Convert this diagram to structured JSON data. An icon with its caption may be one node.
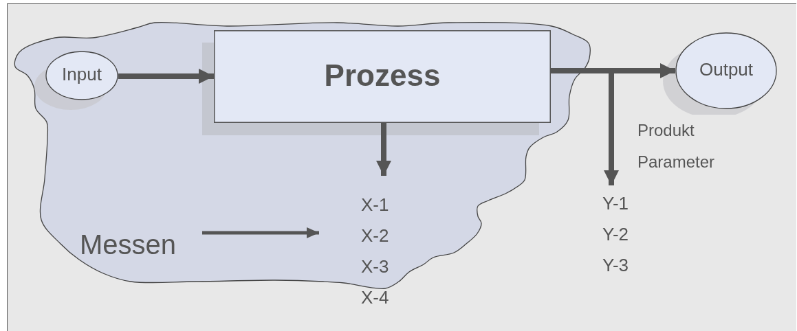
{
  "diagram": {
    "nodes": [
      {
        "text": [],
        "shape": "cloud"
      },
      {
        "text": [
          "Input"
        ],
        "in": 0
      },
      {
        "text": [
          "Prozess"
        ],
        "in": 0
      },
      {
        "text": [
          "Output"
        ]
      },
      {
        "text": [
          "X-1",
          "X-2",
          "X-3",
          "X-4"
        ]
      },
      {
        "text": [
          "Messen"
        ],
        "in": 0
      },
      {
        "text": [
          "Y-1",
          "Y-2",
          "Y-3"
        ]
      }
    ],
    "edges": [
      {
        "from": 1,
        "to": 2,
        "arrow": "to"
      },
      {
        "from": 2,
        "to": 3,
        "arrow": "to"
      },
      {
        "from": 2,
        "to": 6,
        "arrow": "to",
        "label": "Produkt Parameter"
      },
      {
        "from": 2,
        "to": 4,
        "arrow": "to"
      },
      {
        "from": 5,
        "to": 4,
        "arrow": "to"
      }
    ]
  }
}
